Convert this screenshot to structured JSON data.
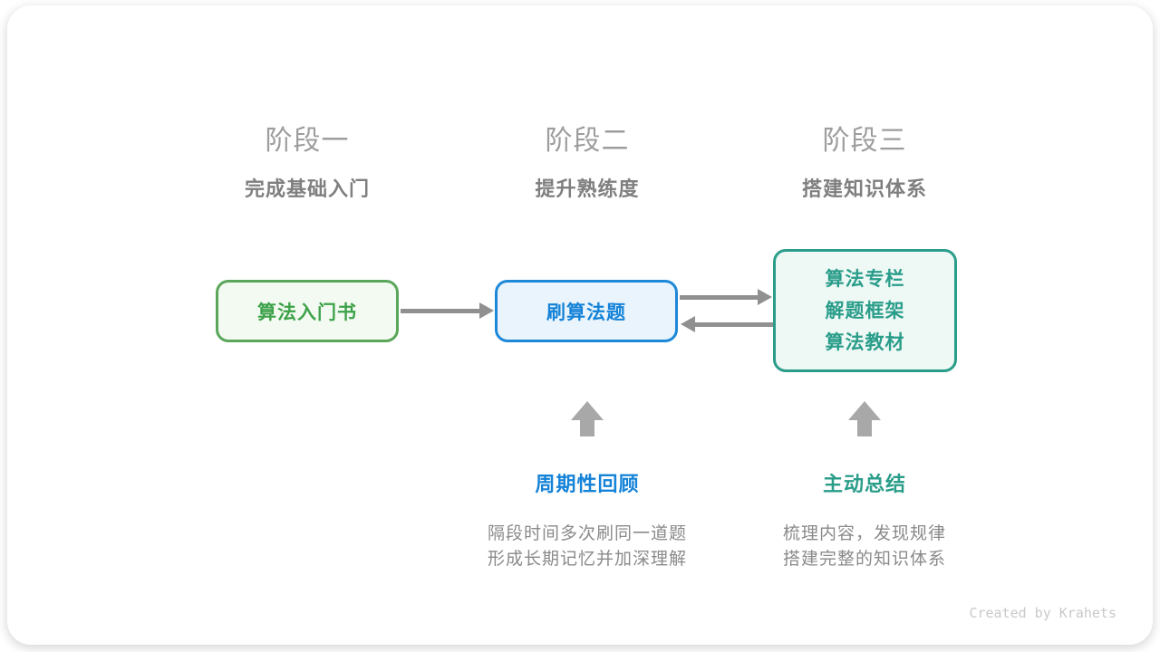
{
  "footer": {
    "credit": "Created by Krahets"
  },
  "stages": [
    {
      "title": "阶段一",
      "subtitle": "完成基础入门"
    },
    {
      "title": "阶段二",
      "subtitle": "提升熟练度"
    },
    {
      "title": "阶段三",
      "subtitle": "搭建知识体系"
    }
  ],
  "nodes": [
    {
      "label": "算法入门书"
    },
    {
      "label": "刷算法题"
    },
    {
      "lines": [
        "算法专栏",
        "解题框架",
        "算法教材"
      ]
    }
  ],
  "annotations": [
    {
      "heading": "周期性回顾",
      "lines": [
        "隔段时间多次刷同一道题",
        "形成长期记忆并加深理解"
      ]
    },
    {
      "heading": "主动总结",
      "lines": [
        "梳理内容，发现规律",
        "搭建完整的知识体系"
      ]
    }
  ],
  "colors": {
    "stage_title": "#9d9d9d",
    "stage_subtitle": "#7f7f7f",
    "node1_border": "#5aa65a",
    "node1_text": "#3da24a",
    "node1_bg": "#f3faf1",
    "node2_border": "#1e88d8",
    "node2_text": "#1583d8",
    "node2_bg": "#eaf4fc",
    "node3_border": "#2a9d8a",
    "node3_text": "#2a9d8a",
    "node3_bg": "#eef8f5",
    "arrow": "#909090",
    "up_arrow": "#a8a8a8",
    "annotation_blue": "#1583d8",
    "annotation_teal": "#2a9d8a",
    "body_text": "#8a8a8a",
    "footer_text": "#c9c9c9"
  }
}
